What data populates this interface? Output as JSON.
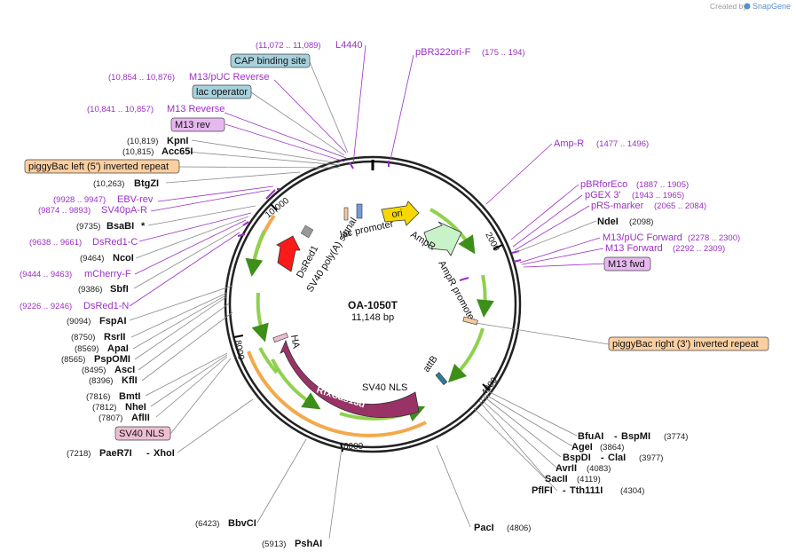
{
  "plasmid": {
    "name": "OA-1050T",
    "length_label": "11,148 bp"
  },
  "credit": {
    "prefix": "Created by",
    "brand": "SnapGene"
  },
  "ticks": [
    "2000",
    "4000",
    "6000",
    "8000",
    "10,000"
  ],
  "labels": {
    "l4440": {
      "range": "(11,072 .. 11,089)",
      "name": "L4440"
    },
    "pbr322": {
      "name": "pBR322ori-F",
      "range": "(175 .. 194)"
    },
    "cap": {
      "name": "CAP binding site"
    },
    "m13puc_rev": {
      "range": "(10,854 .. 10,876)",
      "name": "M13/pUC Reverse"
    },
    "lac_operator": {
      "name": "lac operator"
    },
    "m13_reverse": {
      "range": "(10,841 .. 10,857)",
      "name": "M13 Reverse"
    },
    "m13_rev": {
      "name": "M13 rev"
    },
    "kpni": {
      "pos": "(10,819)",
      "name": "KpnI"
    },
    "acc65i": {
      "pos": "(10,815)",
      "name": "Acc65I"
    },
    "piggy_left": {
      "name": "piggyBac left (5') inverted repeat"
    },
    "btgzi": {
      "pos": "(10,263)",
      "name": "BtgZI"
    },
    "ebv_rev": {
      "range": "(9928 .. 9947)",
      "name": "EBV-rev"
    },
    "sv40pa_r": {
      "range": "(9874 .. 9893)",
      "name": "SV40pA-R"
    },
    "bsabi": {
      "pos": "(9735)",
      "name": "BsaBI",
      "star": "*"
    },
    "dsred1_c": {
      "range": "(9638 .. 9661)",
      "name": "DsRed1-C"
    },
    "ncoi": {
      "pos": "(9464)",
      "name": "NcoI"
    },
    "mcherry_f": {
      "range": "(9444 .. 9463)",
      "name": "mCherry-F"
    },
    "sbfi": {
      "pos": "(9386)",
      "name": "SbfI"
    },
    "dsred1_n": {
      "range": "(9226 .. 9246)",
      "name": "DsRed1-N"
    },
    "fspai": {
      "pos": "(9094)",
      "name": "FspAI"
    },
    "rsrii": {
      "pos": "(8750)",
      "name": "RsrII"
    },
    "apai": {
      "pos": "(8569)",
      "name": "ApaI"
    },
    "pspomi": {
      "pos": "(8565)",
      "name": "PspOMI"
    },
    "asci": {
      "pos": "(8495)",
      "name": "AscI"
    },
    "kfli": {
      "pos": "(8396)",
      "name": "KflI"
    },
    "bmti": {
      "pos": "(7816)",
      "name": "BmtI"
    },
    "nhei": {
      "pos": "(7812)",
      "name": "NheI"
    },
    "aflii": {
      "pos": "(7807)",
      "name": "AflII"
    },
    "sv40nls_box": {
      "name": "SV40 NLS"
    },
    "paer7i": {
      "pos": "(7218)",
      "name": "PaeR7I",
      "sep": "-",
      "name2": "XhoI"
    },
    "bbvci": {
      "pos": "(6423)",
      "name": "BbvCI"
    },
    "pshai": {
      "pos": "(5913)",
      "name": "PshAI"
    },
    "paci": {
      "name": "PacI",
      "pos": "(4806)"
    },
    "pflfi": {
      "name": "PflFI",
      "sep": "-",
      "name2": "Tth111I",
      "pos": "(4304)"
    },
    "sacii": {
      "name": "SacII",
      "pos": "(4119)"
    },
    "avrii": {
      "name": "AvrII",
      "pos": "(4083)"
    },
    "bspdi": {
      "name": "BspDI",
      "sep": "-",
      "name2": "ClaI",
      "pos": "(3977)"
    },
    "agei": {
      "name": "AgeI",
      "pos": "(3864)"
    },
    "bfuai": {
      "name": "BfuAI",
      "sep": "-",
      "name2": "BspMI",
      "pos": "(3774)"
    },
    "amp_r": {
      "name": "Amp-R",
      "range": "(1477 .. 1496)"
    },
    "pbrforeco": {
      "name": "pBRforEco",
      "range": "(1887 .. 1905)"
    },
    "pgex3": {
      "name": "pGEX 3'",
      "range": "(1943 .. 1965)"
    },
    "prs_marker": {
      "name": "pRS-marker",
      "range": "(2065 .. 2084)"
    },
    "ndei": {
      "name": "NdeI",
      "pos": "(2098)"
    },
    "m13puc_fwd": {
      "name": "M13/pUC Forward",
      "range": "(2278 .. 2300)"
    },
    "m13_forward": {
      "name": "M13 Forward",
      "range": "(2292 .. 2309)"
    },
    "m13_fwd": {
      "name": "M13 fwd"
    },
    "piggy_right": {
      "name": "piggyBac right (3') inverted repeat"
    }
  },
  "features": {
    "ori": "ori",
    "ampr": "AmpR",
    "ampr_promoter": "AmpR promoter",
    "lac_promoter": "lac promoter",
    "dsred1": "DsRed1",
    "sv40_polya": "SV40 poly(A) signal",
    "ha": "HA",
    "rfxcas13d": "RfxCas13d",
    "sv40_nls": "SV40 NLS",
    "attb": "attB"
  },
  "colors": {
    "primer": "#9b2fc4",
    "ori": "#f6d800",
    "ampr": "#c8f2c8",
    "cas13d": "#993366",
    "dsred": "#ff1a1a",
    "orf_orange": "#f3a94b",
    "cds_green": "#8fd14f",
    "piggybac_box": "#fbcfa0",
    "cap_box": "#a6d1dc",
    "m13_box": "#e7b8ef",
    "sv40nls_box": "#eebfd2",
    "attb_fill": "#2a7d9c"
  }
}
